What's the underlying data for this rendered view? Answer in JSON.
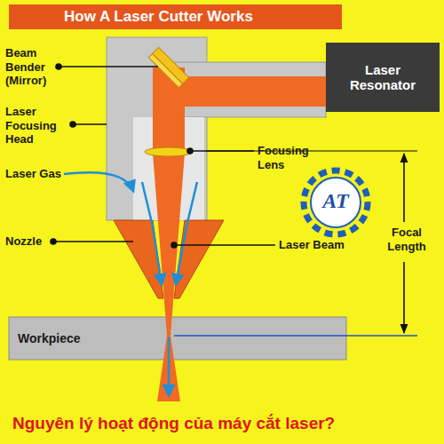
{
  "diagram": {
    "title": "How A Laser Cutter Works",
    "caption": "Nguyên lý hoạt động của máy cắt laser?",
    "nodes": [
      {
        "text": [
          "Laser Resonator"
        ]
      },
      {
        "text": [
          "Workpiece"
        ]
      }
    ],
    "labels": [
      "Beam Bender (Mirror)",
      "Laser Focusing Head",
      "Laser Gas",
      "Nozzle",
      "Focusing Lens",
      "Laser Beam",
      "Focal Length",
      "AT"
    ]
  }
}
